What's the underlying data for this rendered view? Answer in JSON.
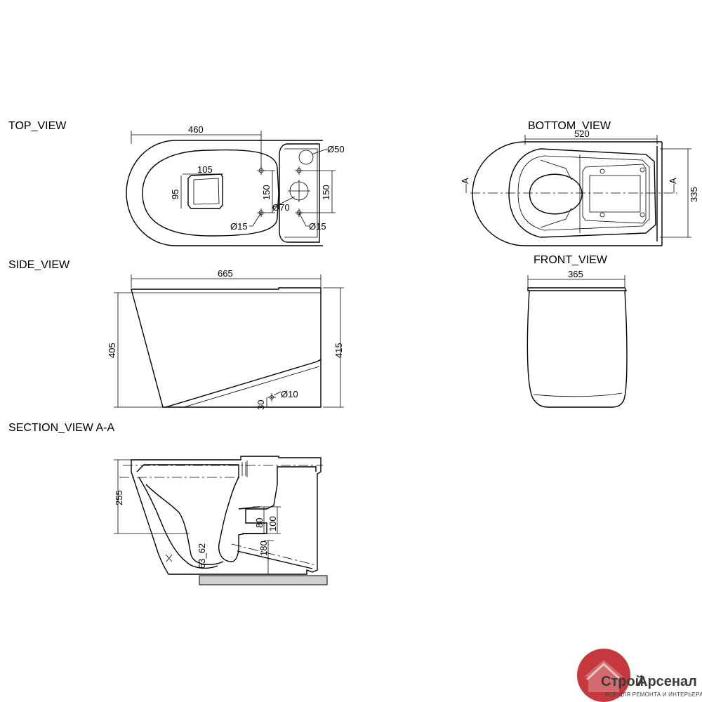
{
  "views": {
    "top": "TOP_VIEW",
    "bottom": "BOTTOM_VIEW",
    "side": "SIDE_VIEW",
    "front": "FRONT_VIEW",
    "section": "SECTION_VIEW  A-A"
  },
  "top_dims": {
    "width": "460",
    "outlet_w": "105",
    "outlet_h": "95",
    "hole_spacing_left": "150",
    "hole_spacing_right": "150",
    "hole_d50": "Ø50",
    "hole_d70": "Ø70",
    "hole_d15_left": "Ø15",
    "hole_d15_right": "Ø15"
  },
  "bottom_dims": {
    "width": "520",
    "height": "335",
    "section_mark_left": "A",
    "section_mark_right": "A"
  },
  "side_dims": {
    "length": "665",
    "height_front": "405",
    "height_back": "415",
    "fix_hole": "Ø10",
    "fix_height": "30"
  },
  "front_dims": {
    "width": "365"
  },
  "section_dims": {
    "d255": "255",
    "d80": "80",
    "d100": "100",
    "d180": "180",
    "d63": "63_62"
  },
  "logo": {
    "name_part1": "Строй",
    "name_part2": "Арсенал",
    "tagline": "ВСЕ ДЛЯ РЕМОНТА И ИНТЕРЬЕРА",
    "brand_color": "#c0272d"
  }
}
